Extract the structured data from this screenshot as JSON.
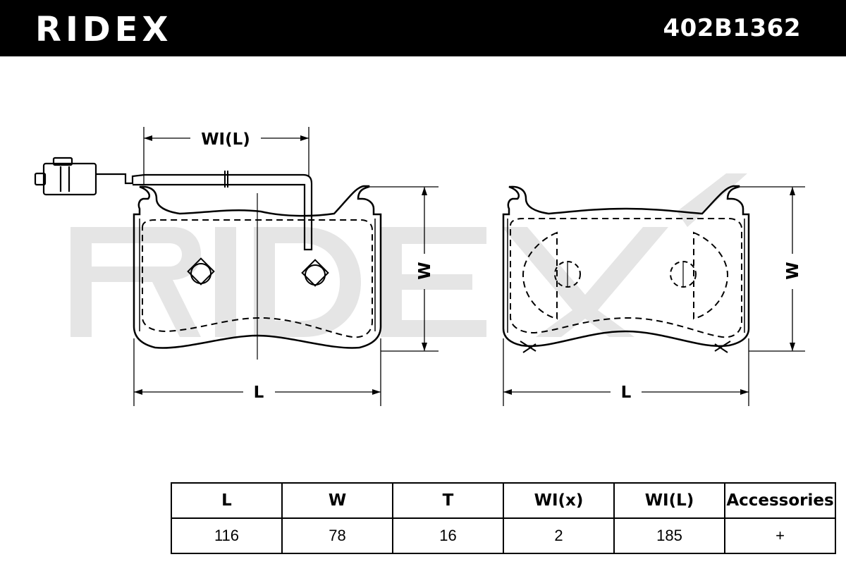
{
  "header": {
    "brand": "RIDEX",
    "part_number": "402B1362"
  },
  "drawing": {
    "labels": {
      "wear_indicator_length": "WI(L)",
      "left_length": "L",
      "left_width": "W",
      "right_length": "L",
      "right_width": "W"
    }
  },
  "specs": {
    "columns": [
      "L",
      "W",
      "T",
      "WI(x)",
      "WI(L)",
      "Accessories"
    ],
    "values": [
      "116",
      "78",
      "16",
      "2",
      "185",
      "+"
    ]
  },
  "colors": {
    "header_background": "#000000",
    "header_text": "#ffffff",
    "watermark": "#e5e5e5",
    "line": "#000000"
  }
}
